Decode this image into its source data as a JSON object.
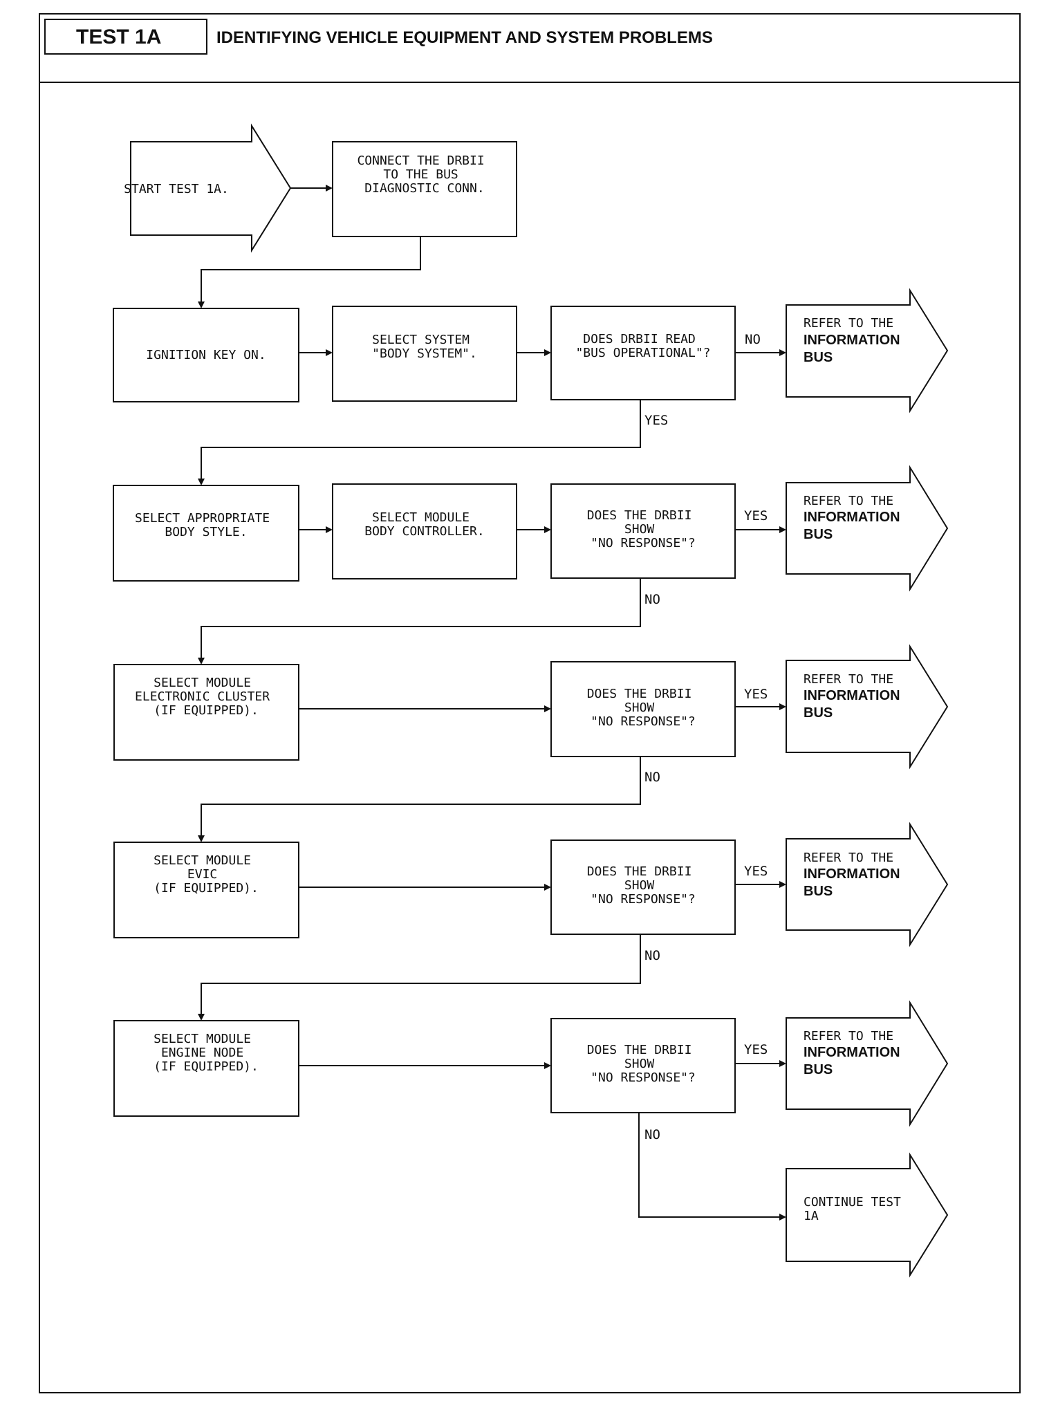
{
  "header": {
    "test_id": "TEST 1A",
    "title": "IDENTIFYING VEHICLE EQUIPMENT AND SYSTEM PROBLEMS"
  },
  "nodes": {
    "start": [
      "START TEST 1A."
    ],
    "connect": [
      "CONNECT THE DRBII",
      "TO THE BUS",
      "DIAGNOSTIC CONN."
    ],
    "ignition": [
      "IGNITION KEY ON."
    ],
    "select_system": [
      "SELECT SYSTEM",
      "\"BODY SYSTEM\"."
    ],
    "q_bus": [
      "DOES DRBII READ",
      "\"BUS OPERATIONAL\"?"
    ],
    "body_style": [
      "SELECT APPROPRIATE",
      "BODY STYLE."
    ],
    "body_controller": [
      "SELECT MODULE",
      "BODY CONTROLLER."
    ],
    "q_body": [
      "DOES THE DRBII",
      "SHOW",
      "\"NO RESPONSE\"?"
    ],
    "cluster": [
      "SELECT MODULE",
      "ELECTRONIC CLUSTER",
      "(IF EQUIPPED)."
    ],
    "q_cluster": [
      "DOES THE DRBII",
      "SHOW",
      "\"NO RESPONSE\"?"
    ],
    "evic": [
      "SELECT MODULE",
      "EVIC",
      "(IF EQUIPPED)."
    ],
    "q_evic": [
      "DOES THE DRBII",
      "SHOW",
      "\"NO RESPONSE\"?"
    ],
    "engine": [
      "SELECT MODULE",
      "ENGINE NODE",
      "(IF EQUIPPED)."
    ],
    "q_engine": [
      "DOES THE DRBII",
      "SHOW",
      "\"NO RESPONSE\"?"
    ],
    "continue": [
      "CONTINUE TEST",
      "1A"
    ]
  },
  "refer": {
    "line1": "REFER TO THE",
    "line2": "INFORMATION",
    "line3": "BUS"
  },
  "edges": {
    "no": "NO",
    "yes": "YES"
  }
}
